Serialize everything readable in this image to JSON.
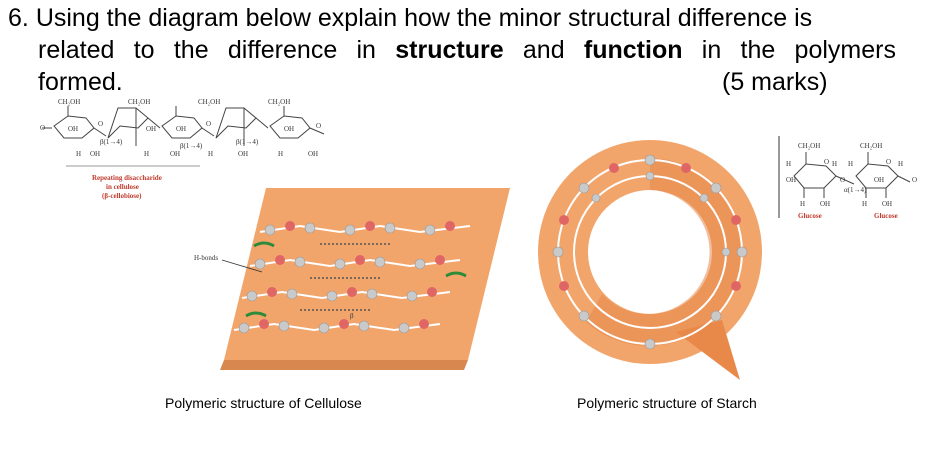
{
  "question": {
    "number": "6.",
    "line1_text": "Using the diagram below explain how the minor structural difference is",
    "line2_pre": "related to the difference in",
    "line2_bold1": "structure",
    "line2_mid": "and",
    "line2_bold2": "function",
    "line2_post": "in the polymers",
    "line3_text": "formed.",
    "marks": "(5 marks)"
  },
  "cellobiose": {
    "ch2oh": "CH₂OH",
    "oh": "OH",
    "h": "H",
    "o": "O",
    "bond": "β(1→4)",
    "label_line1": "Repeating disaccharide",
    "label_line2": "in cellulose",
    "label_line3": "(β-cellobiose)"
  },
  "maltose": {
    "ch2oh": "CH₂OH",
    "oh": "OH",
    "h": "H",
    "o": "O",
    "bond": "α(1→4)",
    "glucose_left": "Glucose",
    "glucose_right": "Glucose"
  },
  "cellulose_fig": {
    "hbonds_label": "H-bonds",
    "beta_label": "β"
  },
  "captions": {
    "cellulose": "Polymeric structure of Cellulose",
    "starch": "Polymeric structure of Starch"
  },
  "colors": {
    "sheet_orange": "#f2a56b",
    "ring_orange": "#e8894a",
    "oxygen_red": "#e06666",
    "hbond_green": "#2e8b3a",
    "label_red": "#c0392b"
  }
}
